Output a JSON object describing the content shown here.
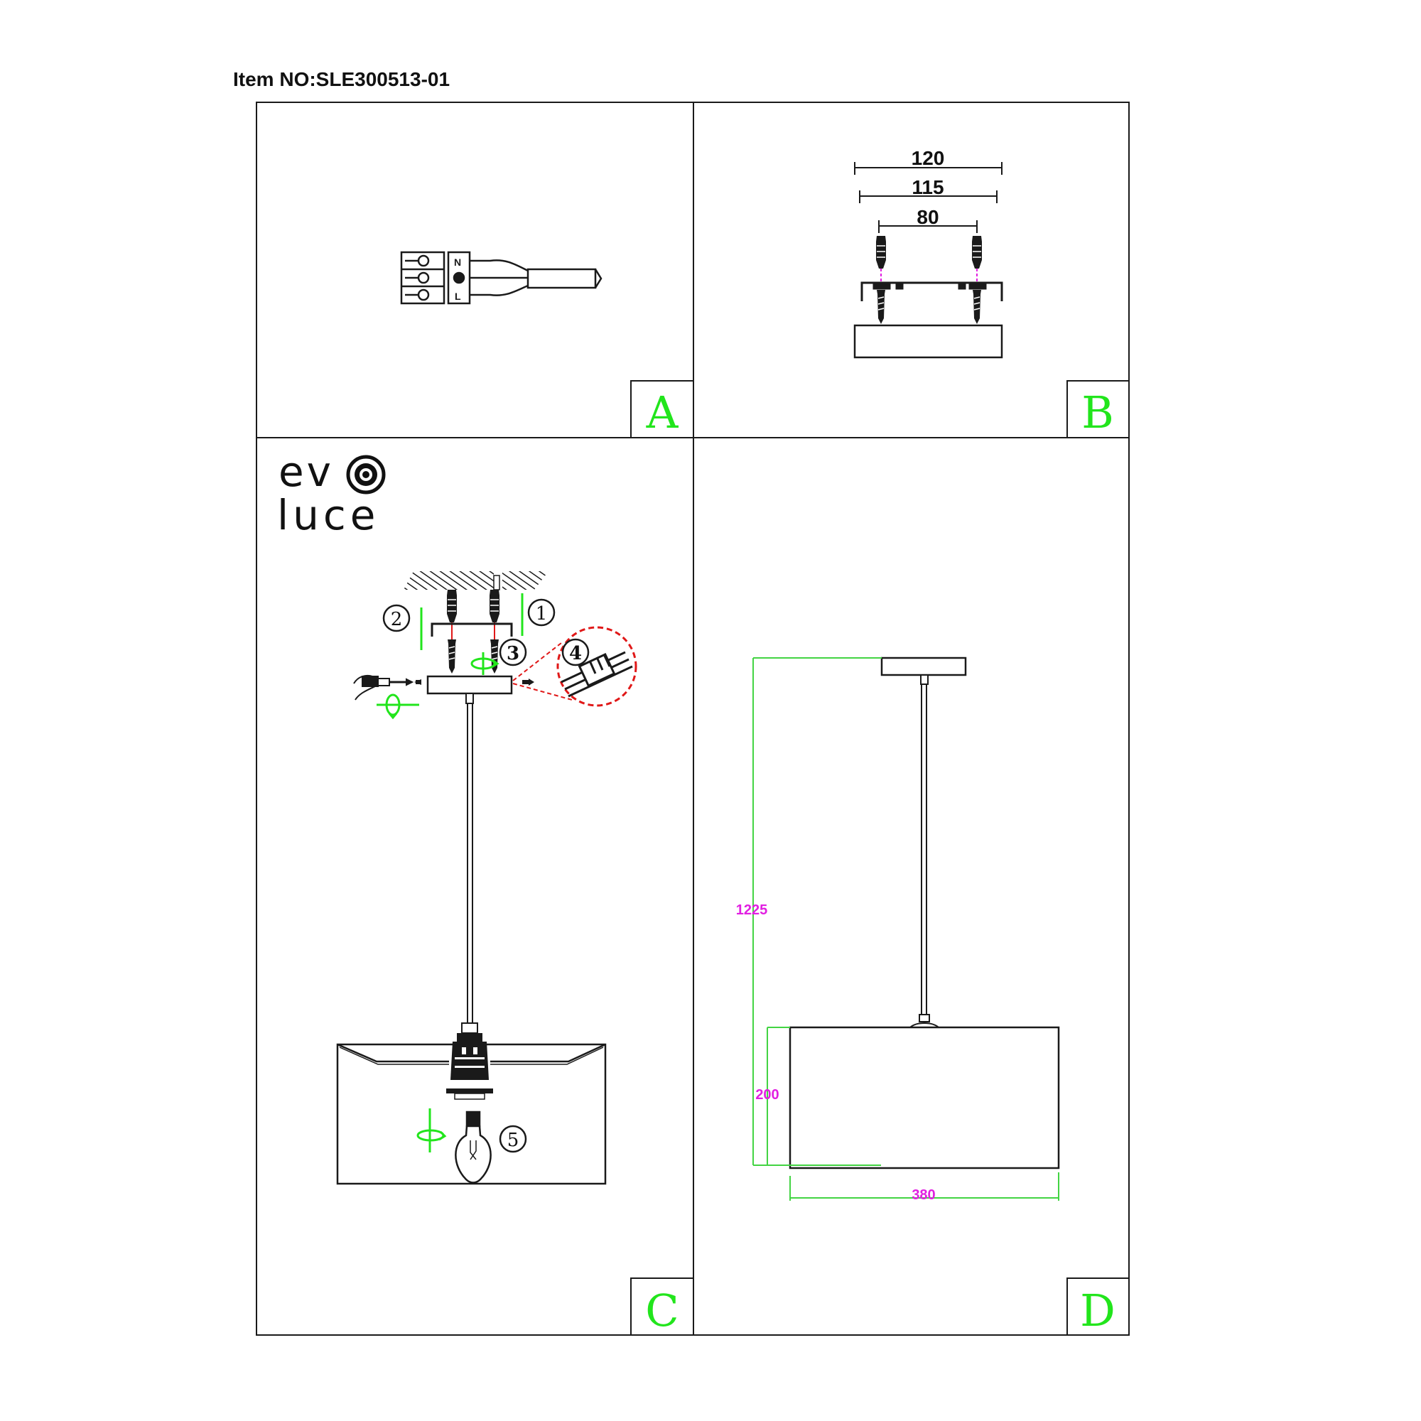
{
  "document": {
    "item_number": "Item NO:SLE300513-01"
  },
  "colors": {
    "line": "#1a1a1a",
    "label_green": "#22e51c",
    "dim_magenta": "#e11fe1",
    "dim_green": "#43d443",
    "leader_red": "#e01818",
    "text": "#111111"
  },
  "logo": {
    "line1": "ev",
    "line2": "luce",
    "icon": "concentric-circle-icon"
  },
  "panels": {
    "A": {
      "label": "A"
    },
    "B": {
      "label": "B",
      "dim_overall": "120",
      "dim_plate": "115",
      "dim_holes": "80"
    },
    "C": {
      "label": "C",
      "steps": [
        "1",
        "2",
        "3",
        "4",
        "5"
      ]
    },
    "D": {
      "label": "D",
      "dim_height_total": "1225",
      "dim_shade_height": "200",
      "dim_shade_width": "380"
    }
  },
  "icons": [
    "terminal-block-icon",
    "power-cable-icon",
    "screw-icon",
    "wall-plug-icon",
    "screwdriver-icon",
    "rotate-arrow-icon",
    "light-bulb-icon",
    "ceiling-hatch-icon",
    "wire-connector-icon"
  ]
}
